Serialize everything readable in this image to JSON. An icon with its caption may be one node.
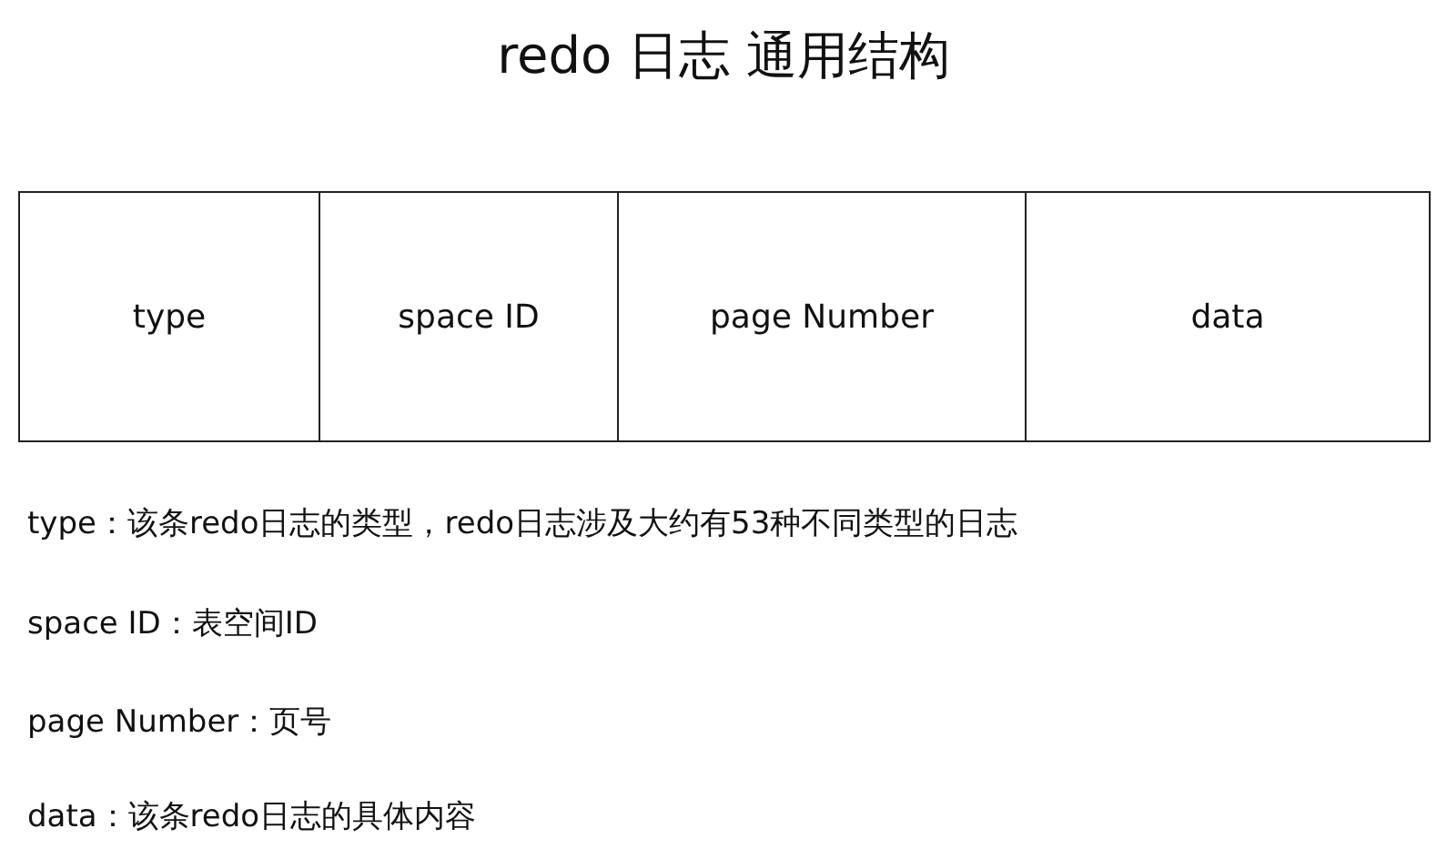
{
  "diagram": {
    "title": "redo 日志 通用结构",
    "nodes": [
      {
        "text": [
          "type"
        ]
      },
      {
        "text": [
          "space ID"
        ]
      },
      {
        "text": [
          "page Number"
        ]
      },
      {
        "text": [
          "data"
        ]
      }
    ],
    "labels": [
      "type：该条redo日志的类型，redo日志涉及大约有53种不同类型的日志",
      "space ID：表空间ID",
      "page Number：页号",
      "data：该条redo日志的具体内容"
    ]
  }
}
